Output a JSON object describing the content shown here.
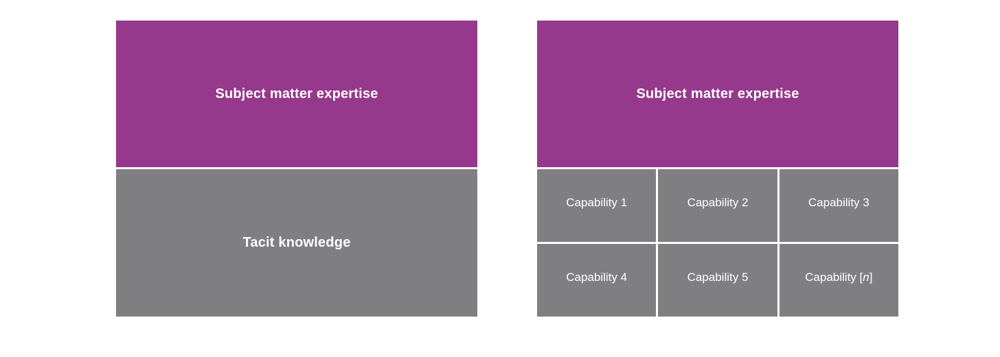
{
  "diagram": {
    "colors": {
      "purple": "#96388c",
      "gray": "#7f7f82",
      "text": "#ffffff"
    },
    "left": {
      "expertise_label": "Subject matter expertise",
      "knowledge_label": "Tacit knowledge"
    },
    "right": {
      "expertise_label": "Subject matter expertise",
      "capabilities": [
        "Capability 1",
        "Capability 2",
        "Capability 3",
        "Capability 4",
        "Capability 5"
      ],
      "capability_n": {
        "prefix": "Capability [",
        "variable": "n",
        "suffix": "]"
      }
    }
  }
}
